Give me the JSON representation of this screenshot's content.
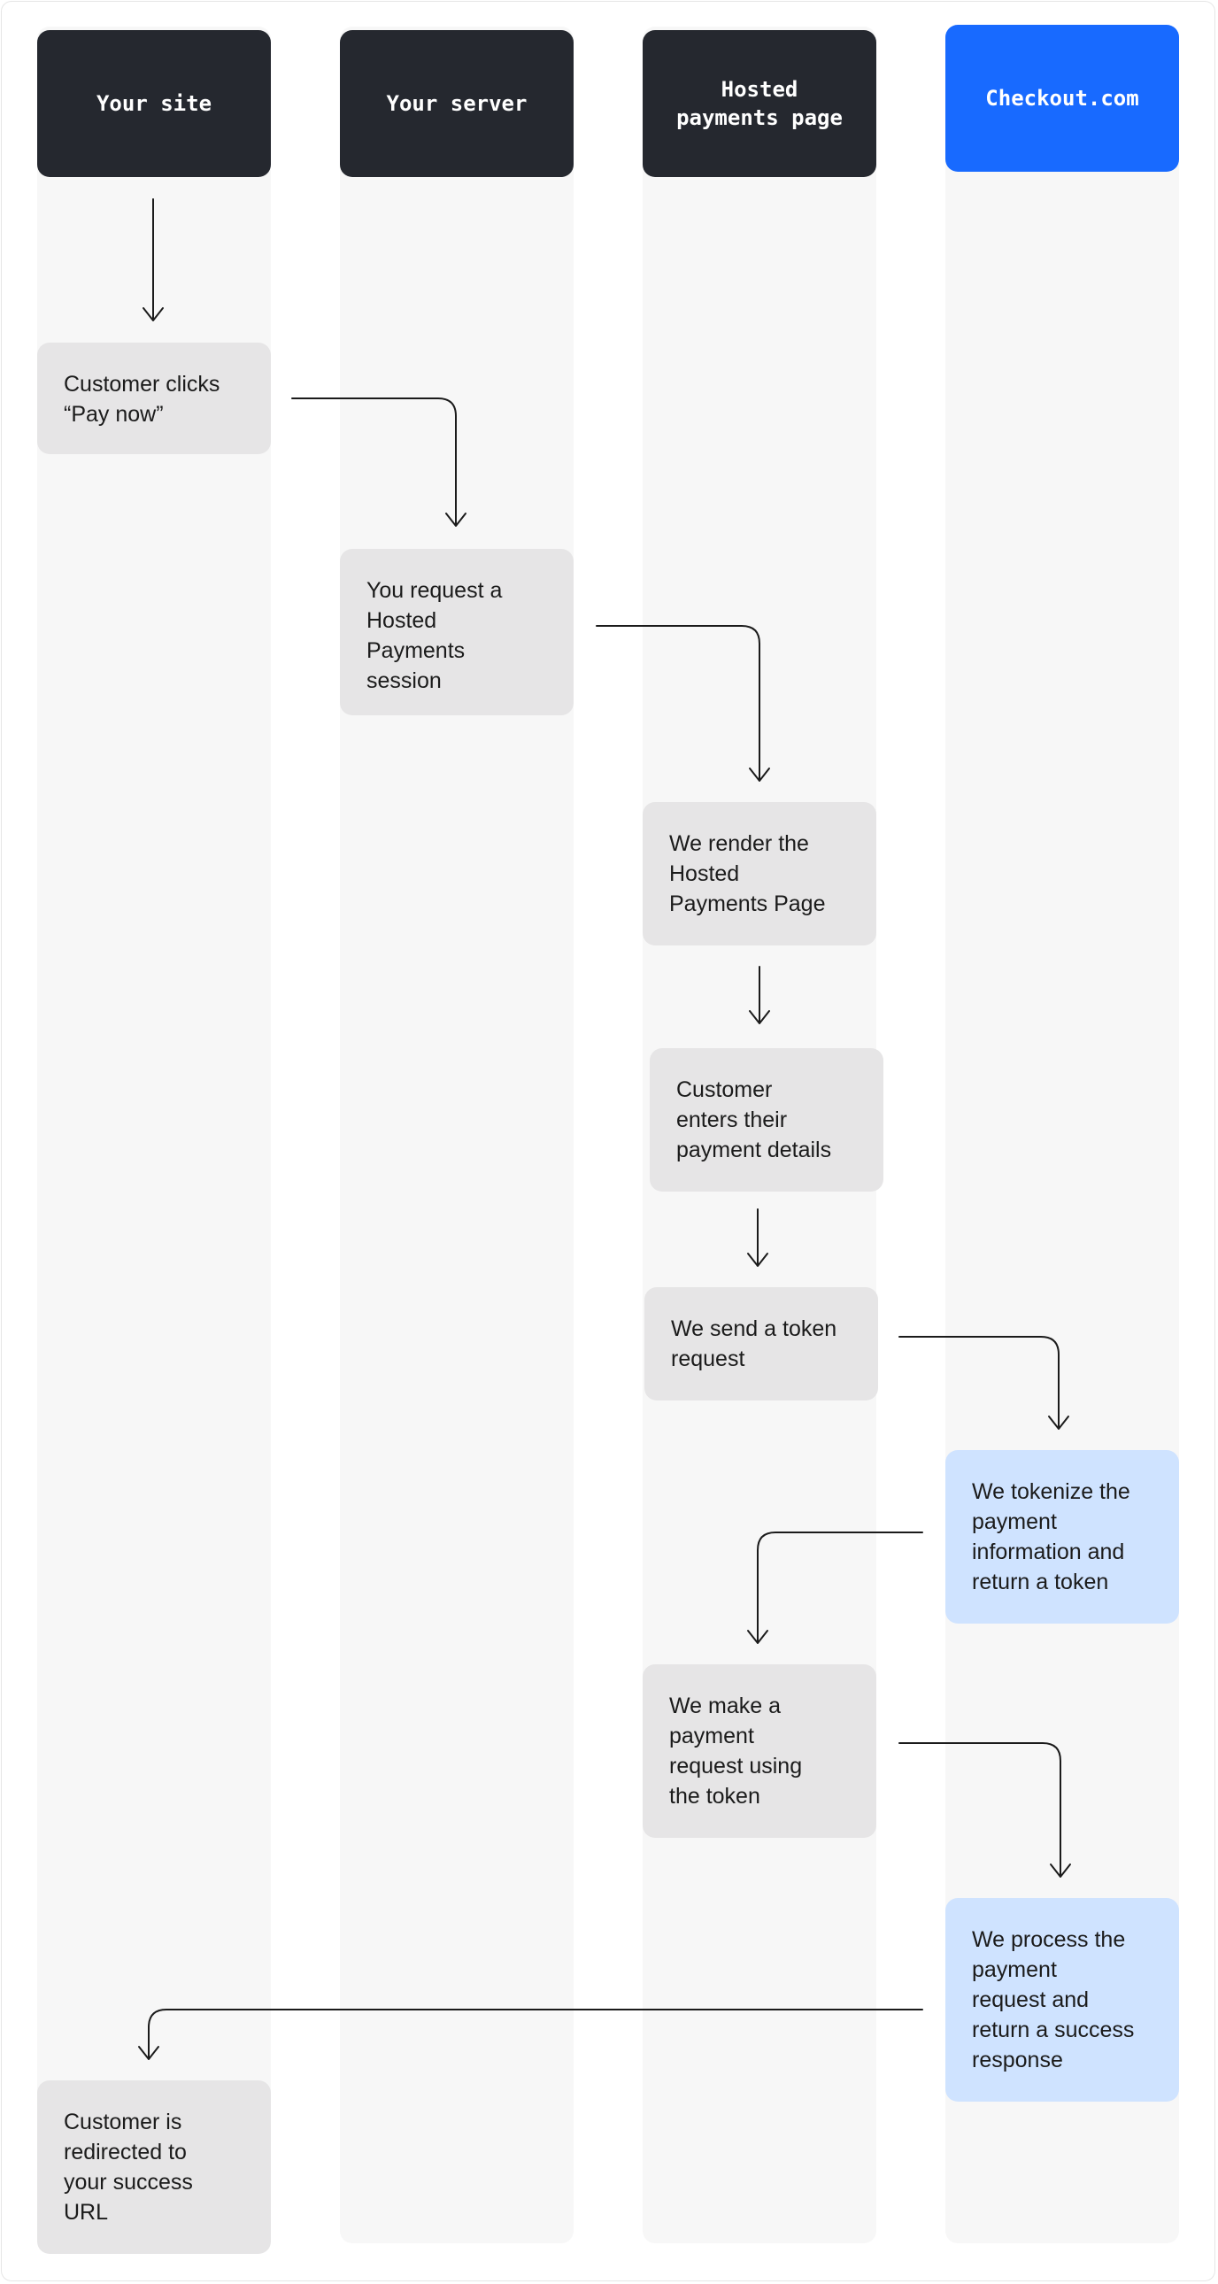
{
  "colors": {
    "header_dark": "#25282f",
    "header_brand": "#186aff",
    "step_grey": "#e6e5e6",
    "step_blue": "#cfe3ff",
    "lane_background": "#f7f7f7",
    "arrow": "#1b1b1b"
  },
  "lanes": [
    {
      "label": "Your site"
    },
    {
      "label": "Your server"
    },
    {
      "label": "Hosted\npayments page"
    },
    {
      "label": "Checkout.com"
    }
  ],
  "steps": [
    {
      "text": "Customer clicks\n“Pay now”"
    },
    {
      "text": "You request a\nHosted\nPayments\nsession"
    },
    {
      "text": "We render the\nHosted\nPayments Page"
    },
    {
      "text": "Customer\nenters their\npayment details"
    },
    {
      "text": "We send a token\nrequest"
    },
    {
      "text": "We tokenize the\npayment\ninformation and\nreturn a token"
    },
    {
      "text": "We make a\npayment\nrequest using\nthe token"
    },
    {
      "text": "We process the\npayment\nrequest and\nreturn a success\nresponse"
    },
    {
      "text": "Customer is\nredirected to\nyour success\nURL"
    }
  ]
}
